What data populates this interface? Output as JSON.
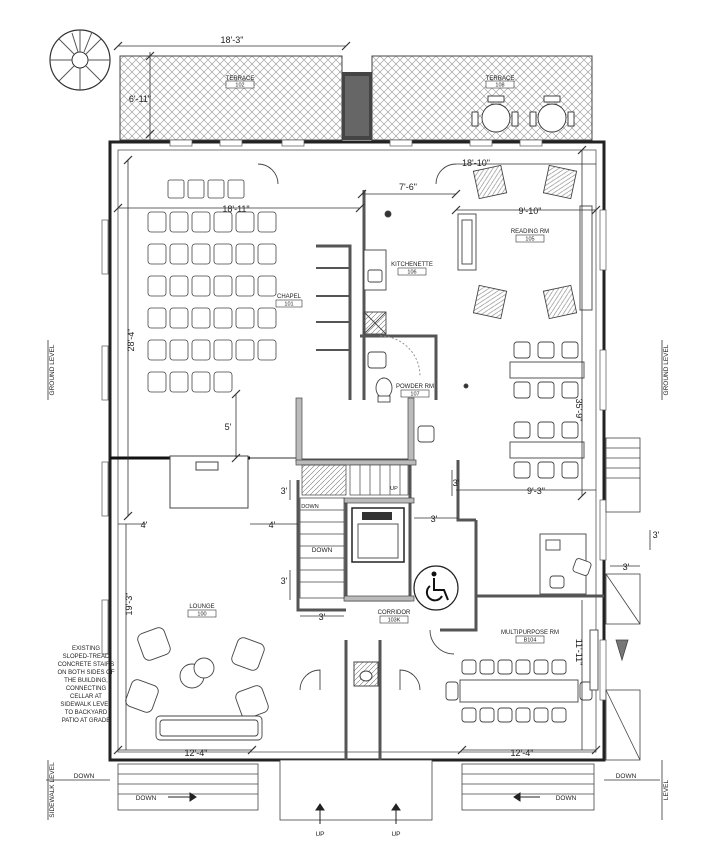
{
  "rooms": {
    "terrace_a": {
      "name": "TERRACE",
      "num": "102"
    },
    "terrace_b": {
      "name": "TERRACE",
      "num": "108"
    },
    "chapel": {
      "name": "CHAPEL",
      "num": "101"
    },
    "kitchenette": {
      "name": "KITCHENETTE",
      "num": "106"
    },
    "reading": {
      "name": "READING RM",
      "num": "105"
    },
    "powder": {
      "name": "POWDER RM",
      "num": "107"
    },
    "lounge": {
      "name": "LOUNGE",
      "num": "100"
    },
    "corridor": {
      "name": "CORRIDOR",
      "num": "103K"
    },
    "multipurpose": {
      "name": "MULTIPURPOSE RM",
      "num": "B104"
    }
  },
  "dimensions": {
    "top": "18'-3\"",
    "terrace_depth": "6'-11\"",
    "reading_top": "18'-10\"",
    "kitchen_w": "7'-6\"",
    "chapel_w": "18'-11\"",
    "reading_w": "9'-10\"",
    "chapel_depth": "28'-4\"",
    "right_depth": "35'-9\"",
    "five": "5'",
    "nine_three": "9'-3\"",
    "three_a": "3'",
    "three_b": "3'",
    "three_c": "3'",
    "three_d": "3'",
    "three_e": "3'",
    "three_f": "3'",
    "three_g": "3'",
    "four_a": "4'",
    "four_b": "4'",
    "lounge_depth": "19'-3\"",
    "multi_depth": "11'-11\"",
    "bottom_left": "12'-4\"",
    "bottom_right": "12'-4\""
  },
  "levels": {
    "ground_left": "GROUND LEVEL",
    "ground_right": "GROUND LEVEL",
    "sidewalk_left": "SIDEWALK LEVEL",
    "sidewalk_right": "LEVEL"
  },
  "stairs": {
    "down_left": "DOWN",
    "down_center": "DOWN",
    "down_right": "DOWN",
    "down_bl": "DOWN",
    "down_br": "DOWN",
    "down_lift": "DOWN",
    "up_label": "UP",
    "up_left": "UP",
    "up_right": "UP"
  },
  "note": [
    "EXISTING",
    "SLOPED-TREAD",
    "CONCRETE STAIRS",
    "ON BOTH SIDES OF",
    "THE BUILDING,",
    "CONNECTING",
    "CELLAR AT",
    "SIDEWALK LEVEL",
    "TO BACKYARD",
    "PATIO AT GRADE"
  ]
}
